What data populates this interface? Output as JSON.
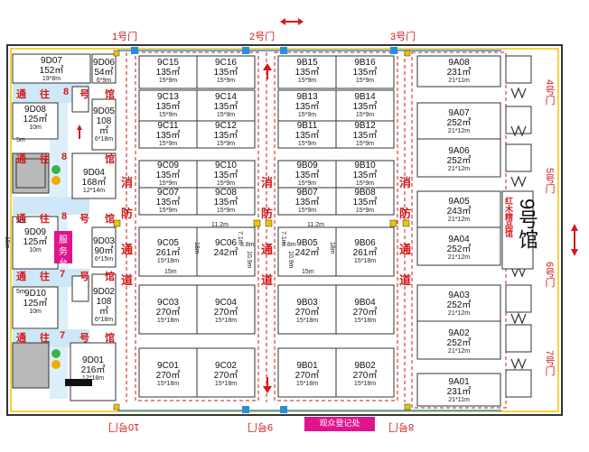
{
  "hall": {
    "name_big": "9号馆",
    "name_sub": "红木精品馆"
  },
  "service_desk": "服务台",
  "registration": "观众登记处",
  "gates_top": [
    "1号门",
    "2号门",
    "3号门"
  ],
  "gates_bottom": [
    "10号门",
    "9号门",
    "8号门"
  ],
  "gates_right": [
    "4号门",
    "5号门",
    "6号门",
    "7号门"
  ],
  "corridor": {
    "t": "通",
    "w": "往",
    "n8": "8",
    "n7": "7",
    "h": "号",
    "g": "馆"
  },
  "fire_lane": [
    "消",
    "防",
    "通",
    "道"
  ],
  "booths": [
    {
      "id": "9D07",
      "area": "152㎡",
      "dim": "19*8m"
    },
    {
      "id": "9D06",
      "area": "54㎡",
      "dim": "6*9m"
    },
    {
      "id": "9D08",
      "area": "125㎡",
      "dim": "10m"
    },
    {
      "id": "9D05",
      "area": "108㎡",
      "dim": "6*18m"
    },
    {
      "id": "9D04",
      "area": "168㎡",
      "dim": "12*14m"
    },
    {
      "id": "9D09",
      "area": "125㎡",
      "dim": "10m"
    },
    {
      "id": "9D03",
      "area": "90㎡",
      "dim": "6*15m"
    },
    {
      "id": "9D10",
      "area": "125㎡",
      "dim": "10m"
    },
    {
      "id": "9D02",
      "area": "108㎡",
      "dim": "6*18m"
    },
    {
      "id": "9D01",
      "area": "216㎡",
      "dim": "12*18m"
    },
    {
      "id": "9C15",
      "area": "135㎡",
      "dim": "15*9m"
    },
    {
      "id": "9C16",
      "area": "135㎡",
      "dim": "15*9m"
    },
    {
      "id": "9C13",
      "area": "135㎡",
      "dim": "15*9m"
    },
    {
      "id": "9C14",
      "area": "135㎡",
      "dim": "15*9m"
    },
    {
      "id": "9C11",
      "area": "135㎡",
      "dim": "15*9m"
    },
    {
      "id": "9C12",
      "area": "135㎡",
      "dim": "15*9m"
    },
    {
      "id": "9C09",
      "area": "135㎡",
      "dim": "15*9m"
    },
    {
      "id": "9C10",
      "area": "135㎡",
      "dim": "15*9m"
    },
    {
      "id": "9C07",
      "area": "135㎡",
      "dim": "15*9m"
    },
    {
      "id": "9C08",
      "area": "135㎡",
      "dim": "15*9m"
    },
    {
      "id": "9C05",
      "area": "261㎡",
      "dim": "15*18m"
    },
    {
      "id": "9C06",
      "area": "242㎡",
      "dim": ""
    },
    {
      "id": "9C03",
      "area": "270㎡",
      "dim": "15*18m"
    },
    {
      "id": "9C04",
      "area": "270㎡",
      "dim": "15*18m"
    },
    {
      "id": "9C01",
      "area": "270㎡",
      "dim": "15*18m"
    },
    {
      "id": "9C02",
      "area": "270㎡",
      "dim": "15*18m"
    },
    {
      "id": "9B15",
      "area": "135㎡",
      "dim": "15*9m"
    },
    {
      "id": "9B16",
      "area": "135㎡",
      "dim": "15*9m"
    },
    {
      "id": "9B13",
      "area": "135㎡",
      "dim": "15*9m"
    },
    {
      "id": "9B14",
      "area": "135㎡",
      "dim": "15*9m"
    },
    {
      "id": "9B11",
      "area": "135㎡",
      "dim": "15*9m"
    },
    {
      "id": "9B12",
      "area": "135㎡",
      "dim": "15*9m"
    },
    {
      "id": "9B09",
      "area": "135㎡",
      "dim": "15*9m"
    },
    {
      "id": "9B10",
      "area": "135㎡",
      "dim": "15*9m"
    },
    {
      "id": "9B07",
      "area": "135㎡",
      "dim": "15*9m"
    },
    {
      "id": "9B08",
      "area": "135㎡",
      "dim": "15*9m"
    },
    {
      "id": "9B05",
      "area": "242㎡",
      "dim": ""
    },
    {
      "id": "9B06",
      "area": "261㎡",
      "dim": "15*18m"
    },
    {
      "id": "9B03",
      "area": "270㎡",
      "dim": "15*18m"
    },
    {
      "id": "9B04",
      "area": "270㎡",
      "dim": "15*18m"
    },
    {
      "id": "9B01",
      "area": "270㎡",
      "dim": "15*18m"
    },
    {
      "id": "9B02",
      "area": "270㎡",
      "dim": "15*18m"
    },
    {
      "id": "9A08",
      "area": "231㎡",
      "dim": "21*11m"
    },
    {
      "id": "9A07",
      "area": "252㎡",
      "dim": "21*12m"
    },
    {
      "id": "9A06",
      "area": "252㎡",
      "dim": "21*12m"
    },
    {
      "id": "9A05",
      "area": "243㎡",
      "dim": "21*12m"
    },
    {
      "id": "9A04",
      "area": "252㎡",
      "dim": "21*12m"
    },
    {
      "id": "9A03",
      "area": "252㎡",
      "dim": "21*12m"
    },
    {
      "id": "9A02",
      "area": "252㎡",
      "dim": "21*12m"
    },
    {
      "id": "9A01",
      "area": "231㎡",
      "dim": "21*11m"
    }
  ],
  "dims": {
    "d112": "11.2m",
    "d71": "7.1m",
    "d38": "3.8m",
    "d109": "10.9m",
    "d18": "18m",
    "d15": "15m",
    "d5": "5m",
    "d10": "10m",
    "d15b": "15m"
  },
  "colors": {
    "red": "#d21a1a",
    "blue": "#2a8fd6",
    "yellow": "#f2c200",
    "magenta": "#e0148c",
    "light_blue": "#cfe8f7",
    "gray": "#b9b9b9"
  }
}
